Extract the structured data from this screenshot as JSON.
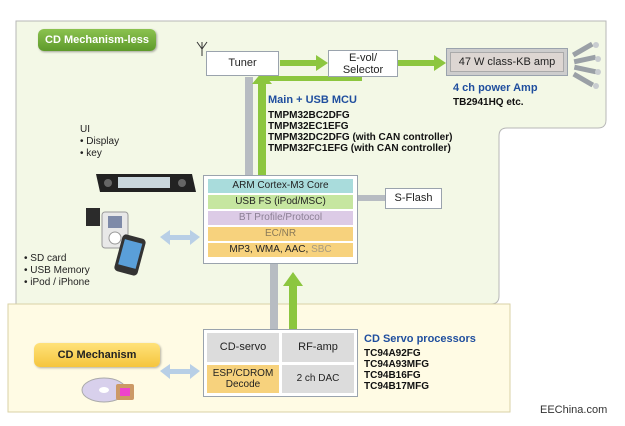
{
  "regions": {
    "mechless_label": "CD Mechanism-less",
    "mech_label": "CD Mechanism"
  },
  "blocks": {
    "tuner": "Tuner",
    "evol_line1": "E-vol/",
    "evol_line2": "Selector",
    "amp": "47 W class-KB amp",
    "sflash": "S-Flash"
  },
  "amp_info": {
    "title": "4 ch power Amp",
    "part": "TB2941HQ etc."
  },
  "mcu": {
    "title": "Main + USB MCU",
    "parts": [
      "TMPM32BC2DFG",
      "TMPM32EC1EFG",
      "TMPM32DC2DFG (with CAN controller)",
      "TMPM32FC1EFG (with CAN controller)"
    ],
    "stack": [
      "ARM Cortex-M3 Core",
      "USB FS (iPod/MSC)",
      "BT Profile/Protocol",
      "EC/NR"
    ],
    "codec_main": "MP3, WMA, AAC, ",
    "codec_dim": "SBC"
  },
  "ui": {
    "title": "UI",
    "items": [
      "• Display",
      "• key"
    ]
  },
  "media": {
    "items": [
      "• SD card",
      "• USB Memory",
      "• iPod / iPhone"
    ]
  },
  "servo": {
    "title": "CD Servo processors",
    "parts": [
      "TC94A92FG",
      "TC94A93MFG",
      "TC94B16FG",
      "TC94B17MFG"
    ],
    "cd_servo": "CD-servo",
    "rf_amp": "RF-amp",
    "esp_line1": "ESP/CDROM",
    "esp_line2": "Decode",
    "dac": "2 ch DAC"
  },
  "watermark": "EEChina.com",
  "colors": {
    "region_fill": "#f3f8e6",
    "region_border": "#b7b7b7",
    "mech_fill": "#fffbe4",
    "arrow_green": "#8cc63f",
    "arrow_gray": "#b7bcc2",
    "arrow_blue": "#b8cfe6",
    "cortex": "#a9dcdc",
    "usb": "#c6e6a0",
    "bt": "#dccbe6",
    "ecnr": "#f7d27d",
    "codec": "#f7d27d",
    "title_blue": "#1f4e9e"
  }
}
